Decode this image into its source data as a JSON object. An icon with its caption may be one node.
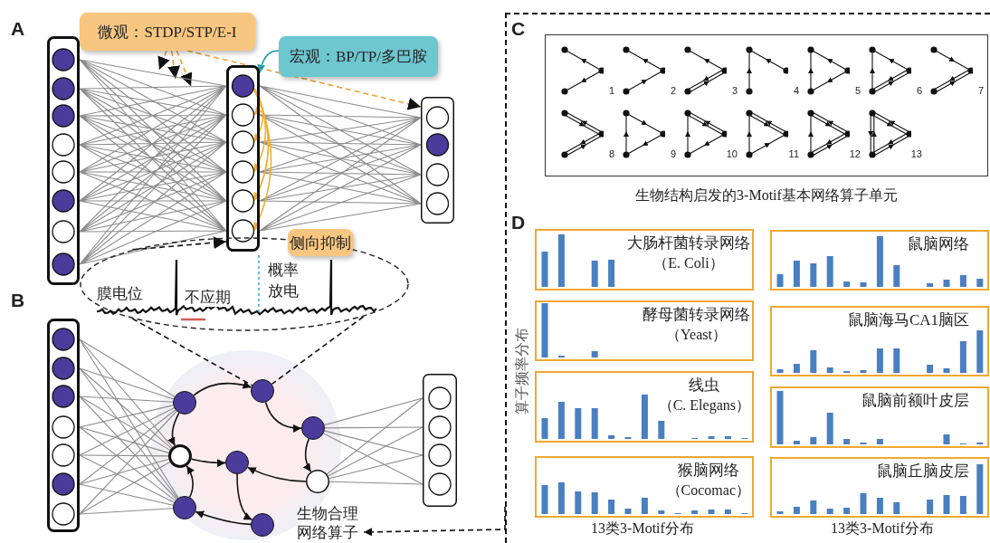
{
  "diagram": {
    "nodes": [
      {
        "text": [
          "微观：STDP/STP/E-I"
        ]
      },
      {
        "text": [
          "宏观：BP/TP/多巴胺"
        ]
      },
      {
        "text": [],
        "shape": "picture"
      },
      {
        "text": [],
        "shape": "picture"
      },
      {
        "text": [],
        "shape": "picture"
      },
      {
        "text": [
          "侧向抑制"
        ]
      },
      {
        "text": [
          "膜电位",
          "不应期",
          "概率放电"
        ]
      },
      {
        "text": [],
        "shape": "picture"
      },
      {
        "text": [
          "生物合理网络算子"
        ]
      },
      {
        "text": [],
        "shape": "circle",
        "in": 8
      },
      {
        "text": [],
        "shape": "circle",
        "in": 8
      },
      {
        "text": [],
        "shape": "circle",
        "in": 8
      },
      {
        "text": [],
        "shape": "circle",
        "in": 8
      },
      {
        "text": [],
        "shape": "circle",
        "in": 8
      },
      {
        "text": [],
        "shape": "circle",
        "in": 8
      },
      {
        "text": [],
        "shape": "circle",
        "in": 8
      },
      {
        "text": [],
        "shape": "circle",
        "in": 8
      },
      {
        "text": [],
        "shape": "picture"
      },
      {
        "text": [],
        "shape": "box"
      },
      {
        "text": [
          "生物结构启发的3-Motif基本网络算子单元"
        ],
        "in": 18
      },
      {
        "text": [
          "1"
        ],
        "in": 19
      },
      {
        "text": [
          "2"
        ],
        "in": 19
      },
      {
        "text": [
          "3"
        ],
        "in": 19
      },
      {
        "text": [
          "4"
        ],
        "in": 19
      },
      {
        "text": [
          "5"
        ],
        "in": 19
      },
      {
        "text": [
          "6"
        ],
        "in": 19
      },
      {
        "text": [
          "7"
        ],
        "in": 19
      },
      {
        "text": [
          "8"
        ],
        "in": 19
      },
      {
        "text": [
          "9"
        ],
        "in": 19
      },
      {
        "text": [
          "10"
        ],
        "in": 19
      },
      {
        "text": [
          "11"
        ],
        "in": 19
      },
      {
        "text": [
          "12"
        ],
        "in": 19
      },
      {
        "text": [
          "13"
        ],
        "in": 19
      },
      {
        "text": [
          "大肠杆菌转录网络",
          "（E. Coli）"
        ],
        "in": 18
      },
      {
        "text": [
          "鼠脑网络"
        ],
        "in": 18
      },
      {
        "text": [
          "酵母菌转录网络",
          "（Yeast）"
        ],
        "in": 18
      },
      {
        "text": [
          "鼠脑海马CA1脑区"
        ],
        "in": 18
      },
      {
        "text": [
          "线虫",
          "（C. Elegans）"
        ],
        "in": 18
      },
      {
        "text": [
          "鼠脑前额叶皮层"
        ],
        "in": 18
      },
      {
        "text": [
          "猴脑网络",
          "（Cocomac）"
        ],
        "in": 18
      },
      {
        "text": [
          "鼠脑丘脑皮层"
        ],
        "in": 18
      }
    ],
    "edges": [
      {
        "from": 0,
        "to": null,
        "arrow": "to",
        "style": "dashed",
        "color": "#eda03a"
      },
      {
        "from": 0,
        "to": null,
        "arrow": "to",
        "style": "dashed",
        "color": "#eda03a"
      },
      {
        "from": 0,
        "to": null,
        "arrow": "to",
        "style": "dashed",
        "color": "#eda03a"
      },
      {
        "from": 0,
        "to": 4,
        "arrow": "to",
        "style": "dashed",
        "color": "#eda03a"
      },
      {
        "from": 1,
        "to": 3,
        "arrow": "to",
        "color": "#2a9fb0"
      },
      {
        "from": 2,
        "to": 3,
        "arrow": "none",
        "color": "#8c8c8c"
      },
      {
        "from": 3,
        "to": 4,
        "arrow": "none",
        "color": "#8c8c8c"
      },
      {
        "from": 6,
        "to": 3,
        "arrow": "to",
        "style": "dashed"
      },
      {
        "from": 6,
        "to": 9,
        "arrow": "none",
        "style": "dashed"
      },
      {
        "from": 6,
        "to": 9,
        "arrow": "none",
        "style": "dashed"
      },
      {
        "from": 7,
        "to": 10,
        "arrow": "none",
        "color": "#8c8c8c"
      },
      {
        "from": 7,
        "to": 12,
        "arrow": "none",
        "color": "#8c8c8c"
      },
      {
        "from": 7,
        "to": 15,
        "arrow": "none",
        "color": "#8c8c8c"
      },
      {
        "from": 11,
        "to": 17,
        "arrow": "none",
        "color": "#8c8c8c"
      },
      {
        "from": 14,
        "to": 17,
        "arrow": "none",
        "color": "#8c8c8c"
      },
      {
        "from": 10,
        "to": 9,
        "arrow": "to"
      },
      {
        "from": 9,
        "to": 11,
        "arrow": "to"
      },
      {
        "from": 10,
        "to": 12,
        "arrow": "to"
      },
      {
        "from": 11,
        "to": 14,
        "arrow": "to"
      },
      {
        "from": 12,
        "to": 13,
        "arrow": "to"
      },
      {
        "from": 14,
        "to": 13,
        "arrow": "to"
      },
      {
        "from": 15,
        "to": 12,
        "arrow": "to"
      },
      {
        "from": 13,
        "to": 16,
        "arrow": "to"
      },
      {
        "from": 16,
        "to": 15,
        "arrow": "to"
      },
      {
        "from": 18,
        "to": 8,
        "arrow": "to",
        "style": "dashed"
      },
      {
        "from": 3,
        "to": 3,
        "arrow": "to",
        "color": "#f0b030"
      },
      {
        "from": 3,
        "to": 3,
        "arrow": "to",
        "color": "#f0b030"
      },
      {
        "from": 3,
        "to": 3,
        "arrow": "to",
        "color": "#f0b030"
      },
      {
        "from": 3,
        "to": 3,
        "arrow": "to",
        "color": "#f0b030"
      },
      {
        "from": 3,
        "to": 3,
        "arrow": "to",
        "color": "#f0b030"
      }
    ],
    "labels": [
      "A",
      "B",
      "C",
      "D",
      "算子频率分布",
      "13类3-Motif分布",
      "13类3-Motif分布"
    ]
  }
}
